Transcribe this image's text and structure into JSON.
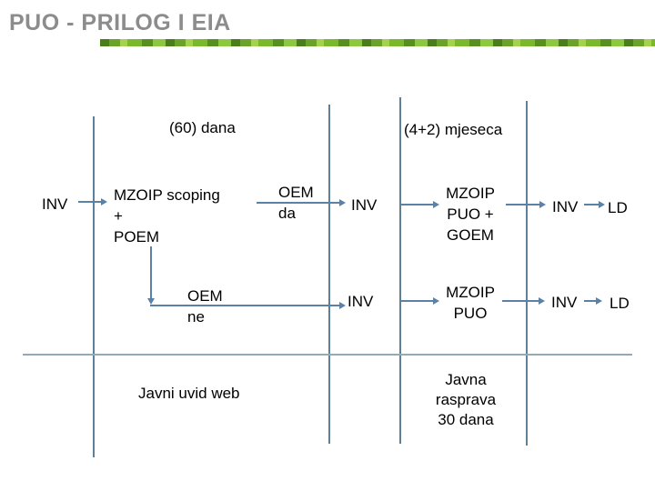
{
  "slide": {
    "title": "PUO - PRILOG I EIA"
  },
  "timeline": {
    "left_duration": "(60) dana",
    "right_duration": "(4+2) mjeseca"
  },
  "flow": {
    "row1": {
      "inv_start": "INV",
      "scoping": "MZOIP scoping\n+\nPOEM",
      "oem_yes": "OEM\nda",
      "inv_after_yes": "INV",
      "puo_goem": "MZOIP\nPUO +\nGOEM",
      "inv_final_yes": "INV",
      "ld_yes": "LD"
    },
    "row2": {
      "oem_no": "OEM\nne",
      "inv_after_no": "INV",
      "puo": "MZOIP\nPUO",
      "inv_final_no": "INV",
      "ld_no": "LD"
    }
  },
  "public_consultation": {
    "web_view": "Javni uvid web",
    "hearing": "Javna\nrasprava\n30 dana"
  },
  "colors": {
    "title": "#8c8c8c",
    "text": "#000000",
    "arrow": "#5b82a6",
    "timeline_line": "#5e8099",
    "divider": "#93a9b5",
    "bar_green_dark": "#4c7d1c",
    "bar_green_light": "#a3d24e"
  }
}
